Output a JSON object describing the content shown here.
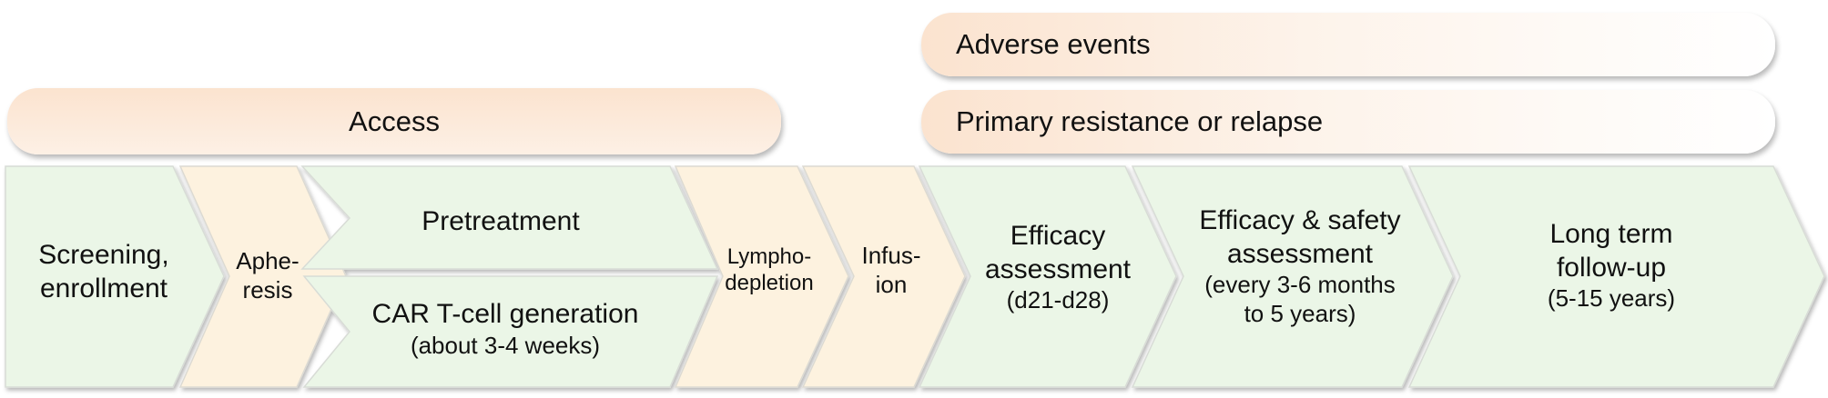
{
  "bars": {
    "access": "Access",
    "adverse_events": "Adverse events",
    "resistance": "Primary resistance or relapse"
  },
  "steps": {
    "screening_1": "Screening,",
    "screening_2": "enrollment",
    "apheresis_1": "Aphe-",
    "apheresis_2": "resis",
    "pretreatment": "Pretreatment",
    "cart_1": "CAR T-cell generation",
    "cart_2": "(about 3-4 weeks)",
    "lympho_1": "Lympho-",
    "lympho_2": "depletion",
    "infusion_1": "Infus-",
    "infusion_2": "ion",
    "efficacy_1": "Efficacy",
    "efficacy_2": "assessment",
    "efficacy_3": "(d21-d28)",
    "safety_1": "Efficacy & safety",
    "safety_2": "assessment",
    "safety_3": "(every 3-6 months",
    "safety_4": "to 5 years)",
    "longterm_1": "Long term",
    "longterm_2": "follow-up",
    "longterm_3": "(5-15 years)"
  },
  "colors": {
    "green_fill": "#ebf6e7",
    "yellow_fill": "#fdf2df",
    "peach": "#fbe3cf"
  }
}
